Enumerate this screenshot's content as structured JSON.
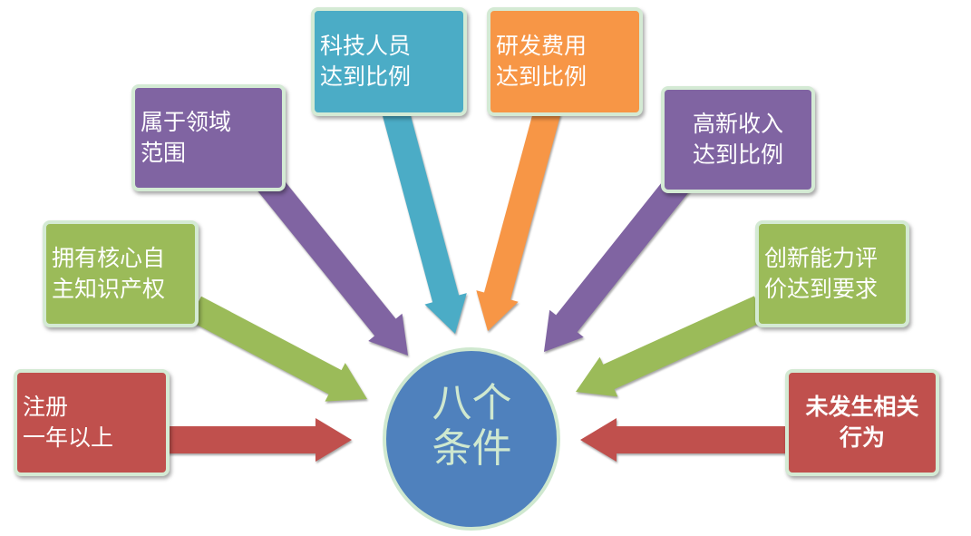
{
  "center": {
    "lines": [
      "八个",
      "条件"
    ],
    "color": "#4f81bd"
  },
  "conditions": [
    {
      "lines": [
        "注册",
        "一年以上"
      ],
      "color": "#c0504d"
    },
    {
      "lines": [
        "拥有核心自",
        "主知识产权"
      ],
      "color": "#9bbb59"
    },
    {
      "lines": [
        "属于领域",
        "范围"
      ],
      "color": "#8064a2"
    },
    {
      "lines": [
        "科技人员",
        "达到比例"
      ],
      "color": "#4bacc6"
    },
    {
      "lines": [
        "研发费用",
        "达到比例"
      ],
      "color": "#f79646"
    },
    {
      "lines": [
        "高新收入",
        "达到比例"
      ],
      "color": "#8064a2"
    },
    {
      "lines": [
        "创新能力评",
        "价达到要求"
      ],
      "color": "#9bbb59"
    },
    {
      "lines": [
        "未发生相关",
        "行为"
      ],
      "color": "#c0504d"
    }
  ]
}
